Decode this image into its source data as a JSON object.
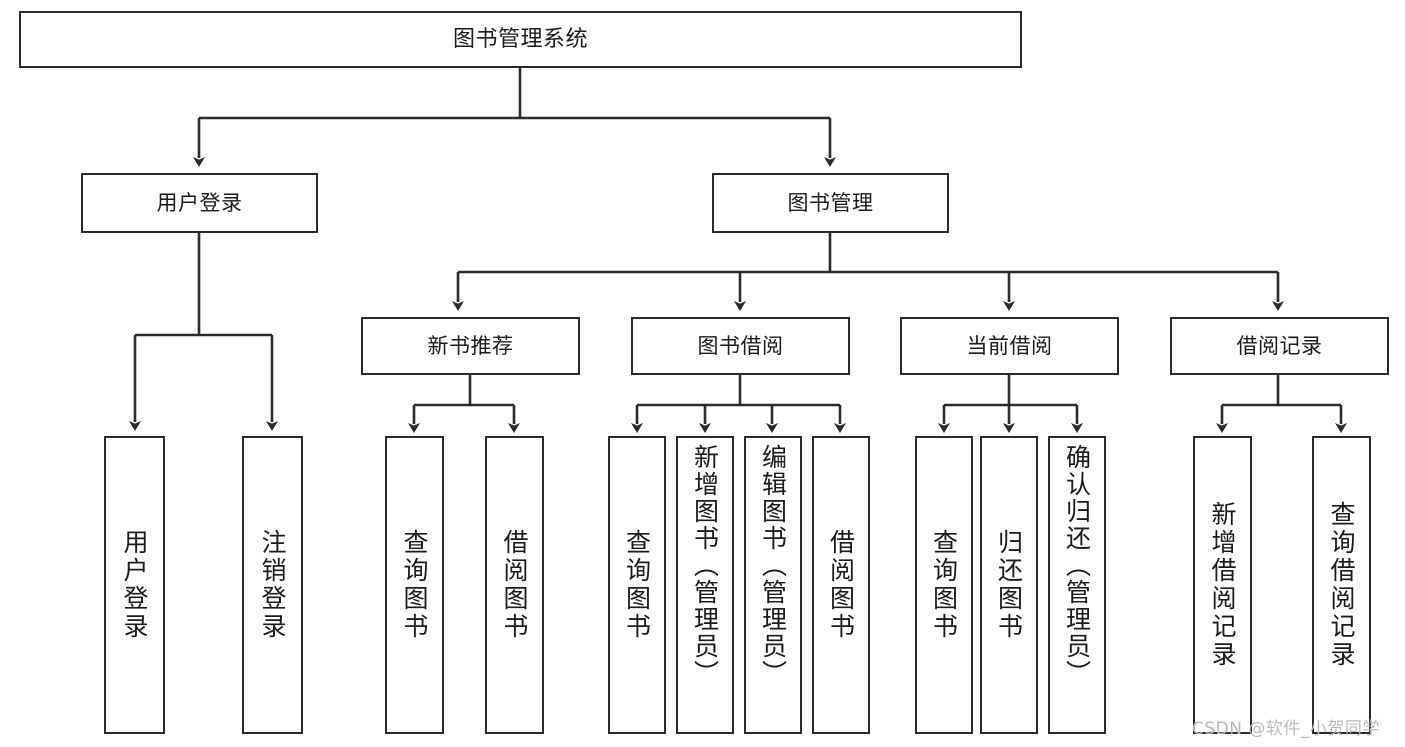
{
  "diagram": {
    "title": "图书管理系统",
    "type": "tree-hierarchy",
    "watermark": "CSDN @软件_小贺同学",
    "colors": {
      "stroke": "#2b2b2b",
      "fill": "#ffffff",
      "text": "#1b1b1b",
      "watermark": "#b9b9b9"
    },
    "nodes": {
      "root": "图书管理系统",
      "level2": [
        "用户登录",
        "图书管理"
      ],
      "level3": [
        "新书推荐",
        "图书借阅",
        "当前借阅",
        "借阅记录"
      ],
      "leaves_user_login": [
        "用户登录",
        "注销登录"
      ],
      "leaves_new_book": [
        "查询图书",
        "借阅图书"
      ],
      "leaves_borrow": [
        "查询图书",
        "新增图书（管理员）",
        "编辑图书（管理员）",
        "借阅图书"
      ],
      "leaves_current": [
        "查询图书",
        "归还图书",
        "确认归还（管理员）"
      ],
      "leaves_record": [
        "新增借阅记录",
        "查询借阅记录"
      ]
    }
  }
}
